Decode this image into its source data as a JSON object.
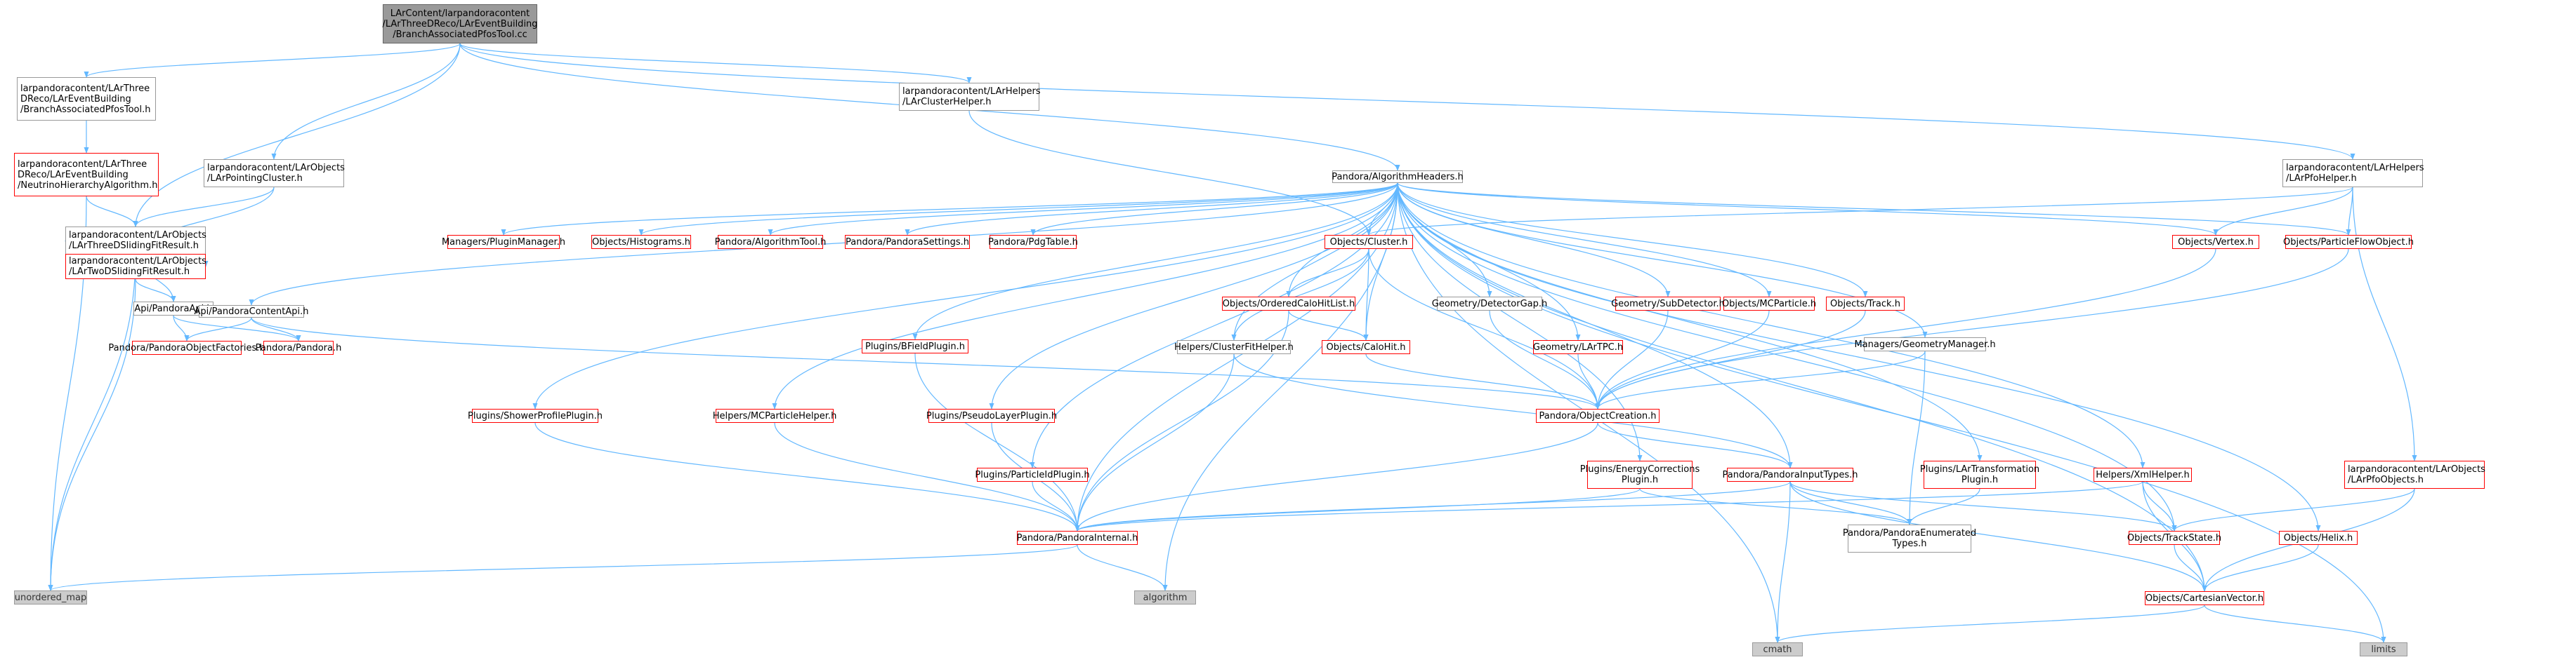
{
  "diagram": {
    "title": "",
    "nodes": [
      {
        "id": "root",
        "label": "LArContent/larpandoracontent\n/LArThreeDReco/LArEventBuilding\n/BranchAssociatedPfosTool.cc",
        "style": "root"
      },
      {
        "id": "bapth",
        "label": "larpandoracontent/LArThree\nDReco/LArEventBuilding\n/BranchAssociatedPfosTool.h",
        "style": "black"
      },
      {
        "id": "nha",
        "label": "larpandoracontent/LArThree\nDReco/LArEventBuilding\n/NeutrinoHierarchyAlgorithm.h",
        "style": "red"
      },
      {
        "id": "lpc",
        "label": "larpandoracontent/LArObjects\n/LArPointingCluster.h",
        "style": "black"
      },
      {
        "id": "clhelp",
        "label": "larpandoracontent/LArHelpers\n/LArClusterHelper.h",
        "style": "black"
      },
      {
        "id": "pfohelp",
        "label": "larpandoracontent/LArHelpers\n/LArPfoHelper.h",
        "style": "black"
      },
      {
        "id": "algh",
        "label": "Pandora/AlgorithmHeaders.h",
        "style": "black"
      },
      {
        "id": "l3d",
        "label": "larpandoracontent/LArObjects\n/LArThreeDSlidingFitResult.h",
        "style": "black"
      },
      {
        "id": "l2d",
        "label": "larpandoracontent/LArObjects\n/LArTwoDSlidingFitResult.h",
        "style": "red"
      },
      {
        "id": "papi",
        "label": "Api/PandoraApi.h",
        "style": "black"
      },
      {
        "id": "pcapi",
        "label": "Api/PandoraContentApi.h",
        "style": "black"
      },
      {
        "id": "pof",
        "label": "Pandora/PandoraObjectFactories.h",
        "style": "red"
      },
      {
        "id": "ppandora",
        "label": "Pandora/Pandora.h",
        "style": "red"
      },
      {
        "id": "umap",
        "label": "unordered_map",
        "style": "gray"
      },
      {
        "id": "mpm",
        "label": "Managers/PluginManager.h",
        "style": "red"
      },
      {
        "id": "ohist",
        "label": "Objects/Histograms.h",
        "style": "red"
      },
      {
        "id": "pat",
        "label": "Pandora/AlgorithmTool.h",
        "style": "red"
      },
      {
        "id": "pps",
        "label": "Pandora/PandoraSettings.h",
        "style": "red"
      },
      {
        "id": "ppdg",
        "label": "Pandora/PdgTable.h",
        "style": "red"
      },
      {
        "id": "ocl",
        "label": "Objects/Cluster.h",
        "style": "red"
      },
      {
        "id": "ovtx",
        "label": "Objects/Vertex.h",
        "style": "red"
      },
      {
        "id": "opfo",
        "label": "Objects/ParticleFlowObject.h",
        "style": "red"
      },
      {
        "id": "ooch",
        "label": "Objects/OrderedCaloHitList.h",
        "style": "red"
      },
      {
        "id": "gdg",
        "label": "Geometry/DetectorGap.h",
        "style": "black"
      },
      {
        "id": "gsd",
        "label": "Geometry/SubDetector.h",
        "style": "red"
      },
      {
        "id": "omcp",
        "label": "Objects/MCParticle.h",
        "style": "red"
      },
      {
        "id": "otrk",
        "label": "Objects/Track.h",
        "style": "red"
      },
      {
        "id": "mgm",
        "label": "Managers/GeometryManager.h",
        "style": "black"
      },
      {
        "id": "pbf",
        "label": "Plugins/BFieldPlugin.h",
        "style": "red"
      },
      {
        "id": "hcfh",
        "label": "Helpers/ClusterFitHelper.h",
        "style": "black"
      },
      {
        "id": "och",
        "label": "Objects/CaloHit.h",
        "style": "red"
      },
      {
        "id": "glt",
        "label": "Geometry/LArTPC.h",
        "style": "red"
      },
      {
        "id": "pspp",
        "label": "Plugins/ShowerProfilePlugin.h",
        "style": "red"
      },
      {
        "id": "hmcp",
        "label": "Helpers/MCParticleHelper.h",
        "style": "red"
      },
      {
        "id": "pplp",
        "label": "Plugins/PseudoLayerPlugin.h",
        "style": "red"
      },
      {
        "id": "poc",
        "label": "Pandora/ObjectCreation.h",
        "style": "red"
      },
      {
        "id": "ppid",
        "label": "Plugins/ParticleIdPlugin.h",
        "style": "red"
      },
      {
        "id": "pec",
        "label": "Plugins/EnergyCorrections\nPlugin.h",
        "style": "red"
      },
      {
        "id": "ppit",
        "label": "Pandora/PandoraInputTypes.h",
        "style": "red"
      },
      {
        "id": "pltp",
        "label": "Plugins/LArTransformation\nPlugin.h",
        "style": "red"
      },
      {
        "id": "hxml",
        "label": "Helpers/XmlHelper.h",
        "style": "red"
      },
      {
        "id": "lpfo",
        "label": "larpandoracontent/LArObjects\n/LArPfoObjects.h",
        "style": "red"
      },
      {
        "id": "ppi",
        "label": "Pandora/PandoraInternal.h",
        "style": "red"
      },
      {
        "id": "ppet",
        "label": "Pandora/PandoraEnumerated\nTypes.h",
        "style": "black"
      },
      {
        "id": "ots",
        "label": "Objects/TrackState.h",
        "style": "red"
      },
      {
        "id": "ohel",
        "label": "Objects/Helix.h",
        "style": "red"
      },
      {
        "id": "ocv",
        "label": "Objects/CartesianVector.h",
        "style": "red"
      },
      {
        "id": "galg",
        "label": "algorithm",
        "style": "gray"
      },
      {
        "id": "gcm",
        "label": "cmath",
        "style": "gray"
      },
      {
        "id": "glim",
        "label": "limits",
        "style": "gray"
      }
    ],
    "edges": [
      [
        "root",
        "bapth"
      ],
      [
        "root",
        "clhelp"
      ],
      [
        "root",
        "pfohelp"
      ],
      [
        "root",
        "algh"
      ],
      [
        "root",
        "l3d"
      ],
      [
        "root",
        "lpc"
      ],
      [
        "bapth",
        "nha"
      ],
      [
        "nha",
        "l3d"
      ],
      [
        "nha",
        "umap"
      ],
      [
        "lpc",
        "l3d"
      ],
      [
        "lpc",
        "l2d"
      ],
      [
        "l3d",
        "l2d"
      ],
      [
        "l3d",
        "papi"
      ],
      [
        "l3d",
        "umap"
      ],
      [
        "l2d",
        "papi"
      ],
      [
        "l2d",
        "umap"
      ],
      [
        "papi",
        "pof"
      ],
      [
        "papi",
        "ppandora"
      ],
      [
        "pcapi",
        "pof"
      ],
      [
        "pcapi",
        "ppandora"
      ],
      [
        "pcapi",
        "poc"
      ],
      [
        "clhelp",
        "ocl"
      ],
      [
        "pfohelp",
        "ocl"
      ],
      [
        "pfohelp",
        "ovtx"
      ],
      [
        "pfohelp",
        "opfo"
      ],
      [
        "pfohelp",
        "lpfo"
      ],
      [
        "algh",
        "pcapi"
      ],
      [
        "algh",
        "mpm"
      ],
      [
        "algh",
        "ohist"
      ],
      [
        "algh",
        "pat"
      ],
      [
        "algh",
        "pps"
      ],
      [
        "algh",
        "ppdg"
      ],
      [
        "algh",
        "ocl"
      ],
      [
        "algh",
        "ovtx"
      ],
      [
        "algh",
        "opfo"
      ],
      [
        "algh",
        "ooch"
      ],
      [
        "algh",
        "gdg"
      ],
      [
        "algh",
        "gsd"
      ],
      [
        "algh",
        "omcp"
      ],
      [
        "algh",
        "otrk"
      ],
      [
        "algh",
        "mgm"
      ],
      [
        "algh",
        "pbf"
      ],
      [
        "algh",
        "hcfh"
      ],
      [
        "algh",
        "och"
      ],
      [
        "algh",
        "glt"
      ],
      [
        "algh",
        "pspp"
      ],
      [
        "algh",
        "hmcp"
      ],
      [
        "algh",
        "pplp"
      ],
      [
        "algh",
        "ppid"
      ],
      [
        "algh",
        "pec"
      ],
      [
        "algh",
        "ppit"
      ],
      [
        "algh",
        "pltp"
      ],
      [
        "algh",
        "hxml"
      ],
      [
        "algh",
        "ots"
      ],
      [
        "algh",
        "ohel"
      ],
      [
        "algh",
        "ppi"
      ],
      [
        "algh",
        "galg"
      ],
      [
        "algh",
        "gcm"
      ],
      [
        "algh",
        "glim"
      ],
      [
        "algh",
        "ocv"
      ],
      [
        "ocl",
        "ooch"
      ],
      [
        "ocl",
        "och"
      ],
      [
        "ocl",
        "hcfh"
      ],
      [
        "ocl",
        "poc"
      ],
      [
        "ooch",
        "och"
      ],
      [
        "ooch",
        "ppi"
      ],
      [
        "ovtx",
        "poc"
      ],
      [
        "opfo",
        "poc"
      ],
      [
        "och",
        "poc"
      ],
      [
        "gdg",
        "poc"
      ],
      [
        "gsd",
        "poc"
      ],
      [
        "omcp",
        "poc"
      ],
      [
        "otrk",
        "poc"
      ],
      [
        "glt",
        "poc"
      ],
      [
        "mgm",
        "poc"
      ],
      [
        "mgm",
        "ppet"
      ],
      [
        "hcfh",
        "ppi"
      ],
      [
        "hcfh",
        "ppit"
      ],
      [
        "pbf",
        "ppi"
      ],
      [
        "pspp",
        "ppi"
      ],
      [
        "hmcp",
        "ppi"
      ],
      [
        "pplp",
        "ppi"
      ],
      [
        "ppid",
        "ppi"
      ],
      [
        "pec",
        "ppi"
      ],
      [
        "pec",
        "ppet"
      ],
      [
        "poc",
        "ppit"
      ],
      [
        "poc",
        "ppi"
      ],
      [
        "ppit",
        "ppi"
      ],
      [
        "ppit",
        "ppet"
      ],
      [
        "ppit",
        "ots"
      ],
      [
        "ppit",
        "ocv"
      ],
      [
        "ppit",
        "gcm"
      ],
      [
        "pltp",
        "ppet"
      ],
      [
        "hxml",
        "ppi"
      ],
      [
        "hxml",
        "ots"
      ],
      [
        "hxml",
        "ocv"
      ],
      [
        "lpfo",
        "ots"
      ],
      [
        "lpfo",
        "ocv"
      ],
      [
        "ots",
        "ocv"
      ],
      [
        "ohel",
        "ocv"
      ],
      [
        "ocv",
        "gcm"
      ],
      [
        "ocv",
        "glim"
      ],
      [
        "ppi",
        "umap"
      ],
      [
        "ppi",
        "galg"
      ]
    ]
  }
}
